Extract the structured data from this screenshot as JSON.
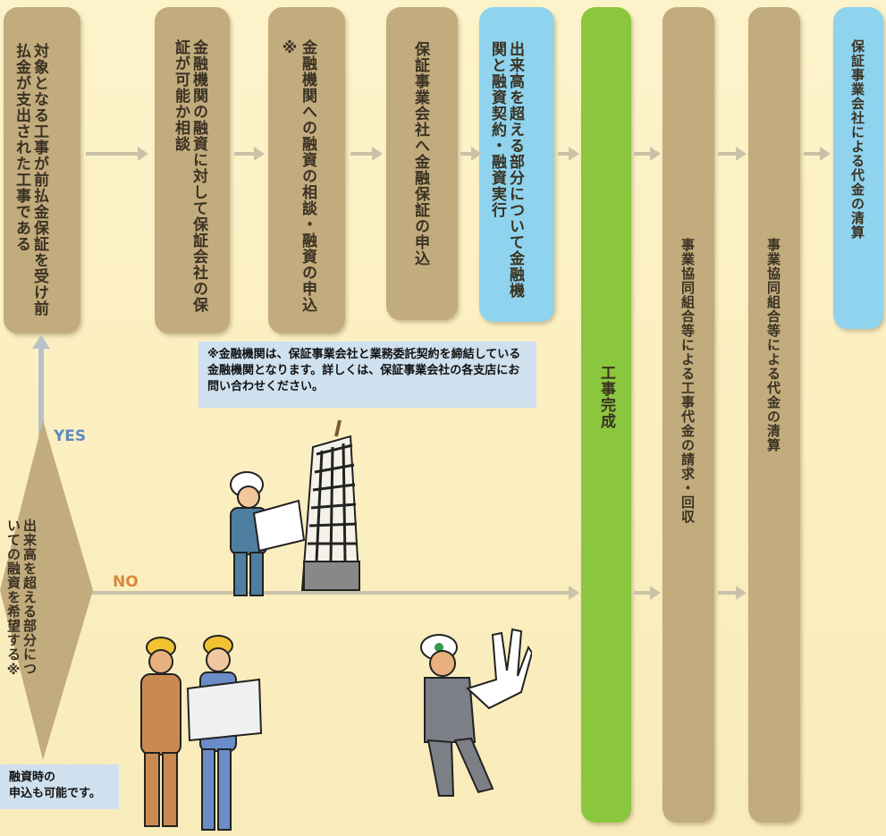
{
  "steps": {
    "s1": "対象となる工事が前払金保証を受け前払金が支出された工事である",
    "s2": "金融機関の融資に対して保証会社の保証が可能か相談",
    "s3": "金融機関への融資の相談・融資の申込※",
    "s4": "保証事業会社へ金融保証の申込",
    "s5": "出来高を超える部分について金融機関と融資契約・融資実行",
    "s6": "工事完成",
    "s7": "事業協同組合等による工事代金の請求・回収",
    "s8": "事業協同組合等による代金の清算",
    "s9": "保証事業会社による代金の清算"
  },
  "decision": "出来高を超える部分についての融資を希望する※",
  "labels": {
    "yes": "YES",
    "no": "NO"
  },
  "notes": {
    "top": "※金融機関は、保証事業会社と業務委託契約を締結している金融機関となります。詳しくは、保証事業会社の各支店にお問い合わせください。",
    "bottom_line1": "融資時の",
    "bottom_line2": "申込も可能です。"
  },
  "colors": {
    "tan": "#c2ab7d",
    "blue": "#8fd3ee",
    "green": "#8bc63f",
    "yes": "#5b8cc0",
    "no": "#d9893a"
  },
  "icons": [
    "worker-with-blueprint-illustration",
    "building-tower-illustration",
    "two-workers-illustration",
    "worker-stop-gesture-illustration"
  ]
}
